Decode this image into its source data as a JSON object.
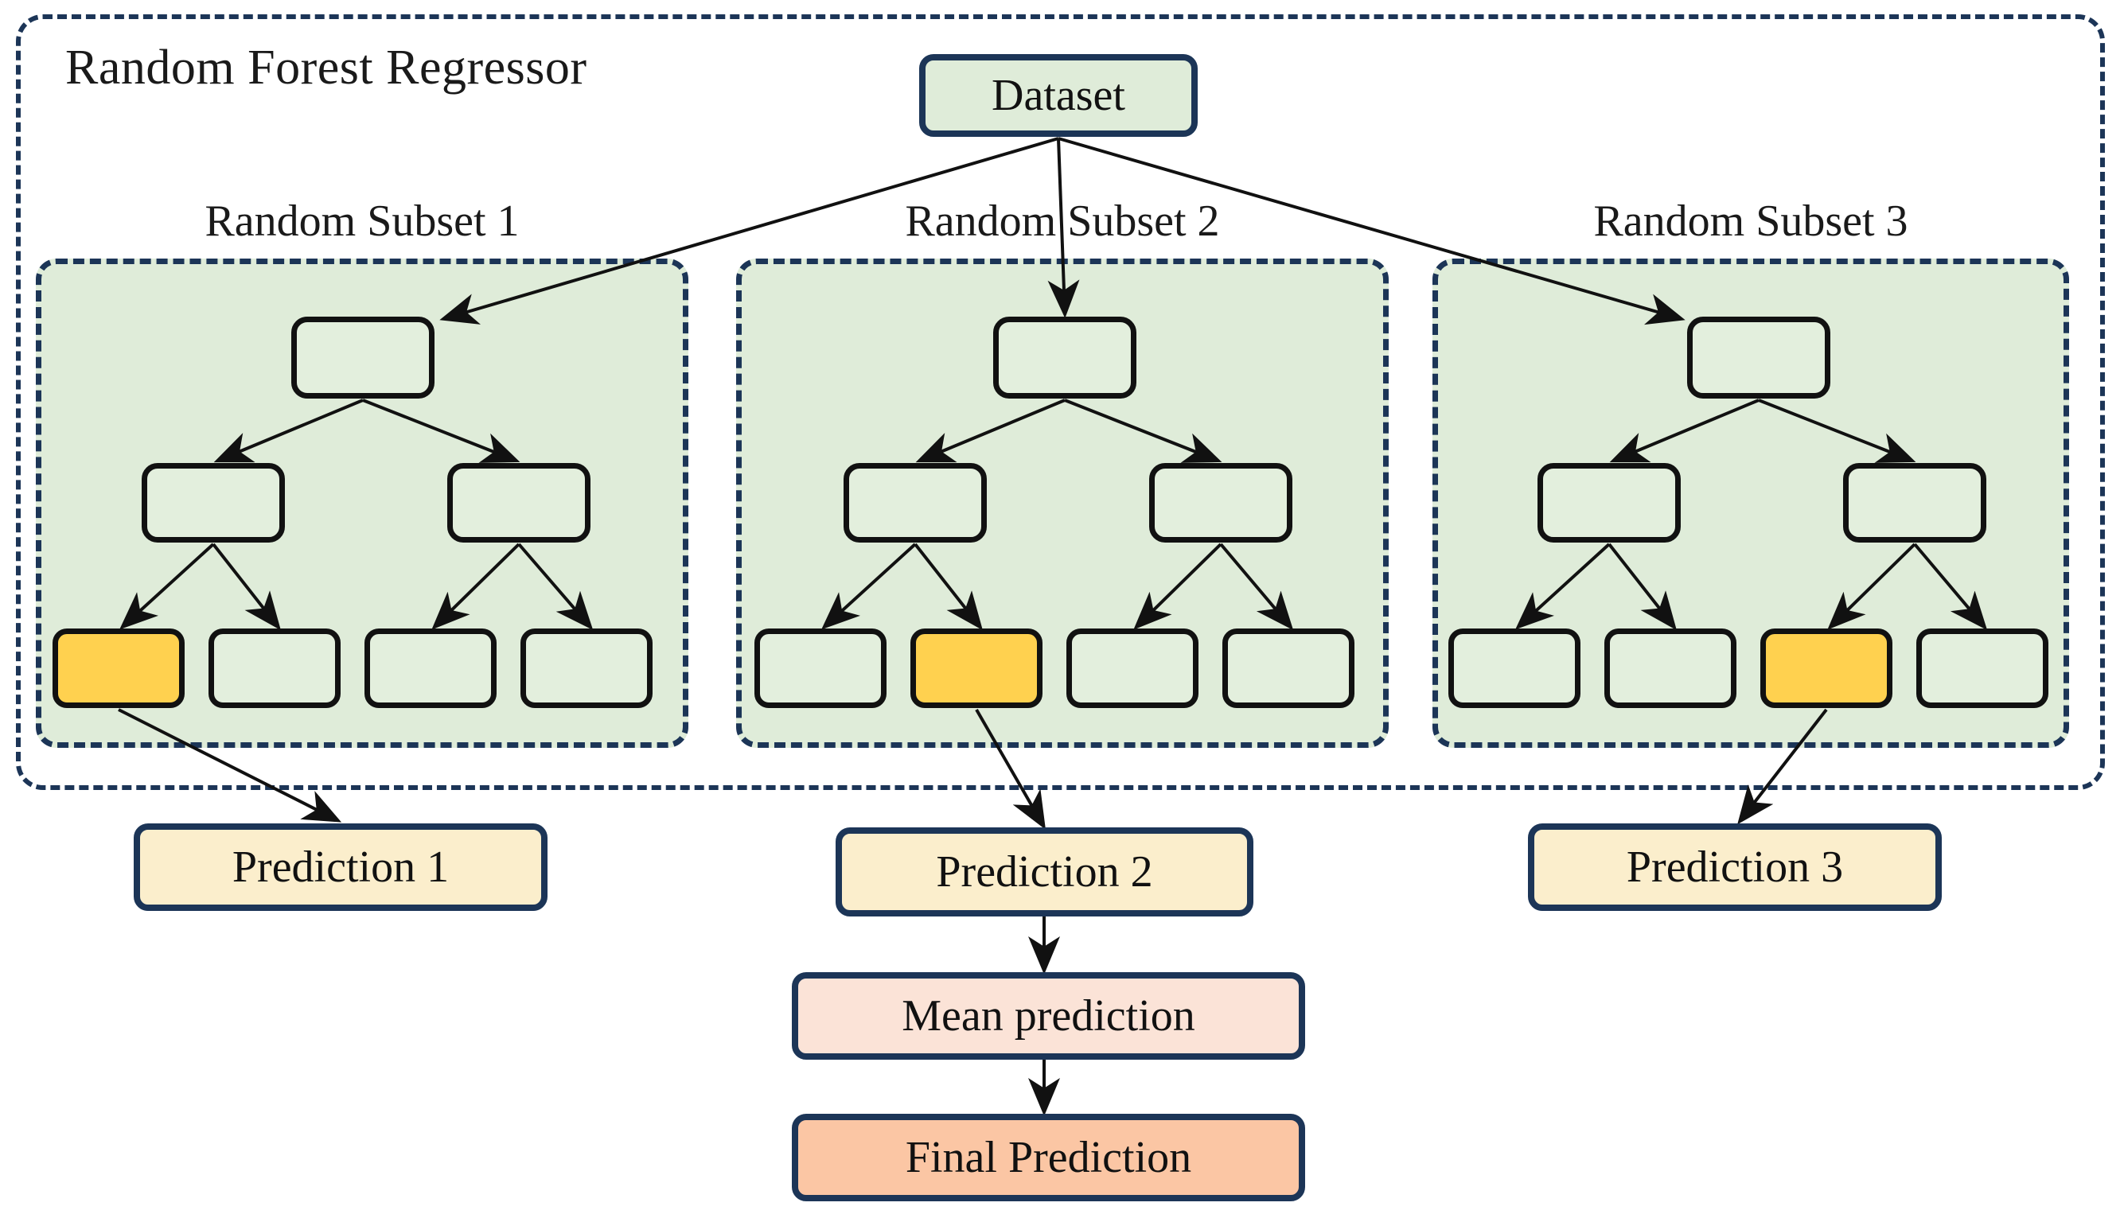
{
  "diagram": {
    "title": "Random Forest Regressor",
    "type": "flowchart"
  },
  "colors": {
    "frame_border": "#1c3557",
    "subset_fill": "#dfecd9",
    "node_border": "#111111",
    "node_fill": "#e3efdd",
    "highlight_leaf": "#ffd14f",
    "dataset_fill": "#dfecd9",
    "prediction_fill": "#fbeecc",
    "mean_fill": "#fbe3d7",
    "final_fill": "#fbc6a4",
    "arrow": "#111111",
    "text": "#111111"
  },
  "dataset": {
    "label": "Dataset"
  },
  "subsets": [
    {
      "label": "Random Subset 1",
      "tree": {
        "root": {
          "highlighted": false
        },
        "level2": [
          {
            "highlighted": false
          },
          {
            "highlighted": false
          }
        ],
        "leaves": [
          {
            "highlighted": true
          },
          {
            "highlighted": false
          },
          {
            "highlighted": false
          },
          {
            "highlighted": false
          }
        ]
      },
      "selected_leaf_index": 0,
      "prediction": "Prediction 1"
    },
    {
      "label": "Random Subset 2",
      "tree": {
        "root": {
          "highlighted": false
        },
        "level2": [
          {
            "highlighted": false
          },
          {
            "highlighted": false
          }
        ],
        "leaves": [
          {
            "highlighted": false
          },
          {
            "highlighted": true
          },
          {
            "highlighted": false
          },
          {
            "highlighted": false
          }
        ]
      },
      "selected_leaf_index": 1,
      "prediction": "Prediction 2"
    },
    {
      "label": "Random Subset 3",
      "tree": {
        "root": {
          "highlighted": false
        },
        "level2": [
          {
            "highlighted": false
          },
          {
            "highlighted": false
          }
        ],
        "leaves": [
          {
            "highlighted": false
          },
          {
            "highlighted": false
          },
          {
            "highlighted": true
          },
          {
            "highlighted": false
          }
        ]
      },
      "selected_leaf_index": 2,
      "prediction": "Prediction 3"
    }
  ],
  "aggregation": {
    "mean_label": "Mean prediction",
    "final_label": "Final Prediction"
  }
}
